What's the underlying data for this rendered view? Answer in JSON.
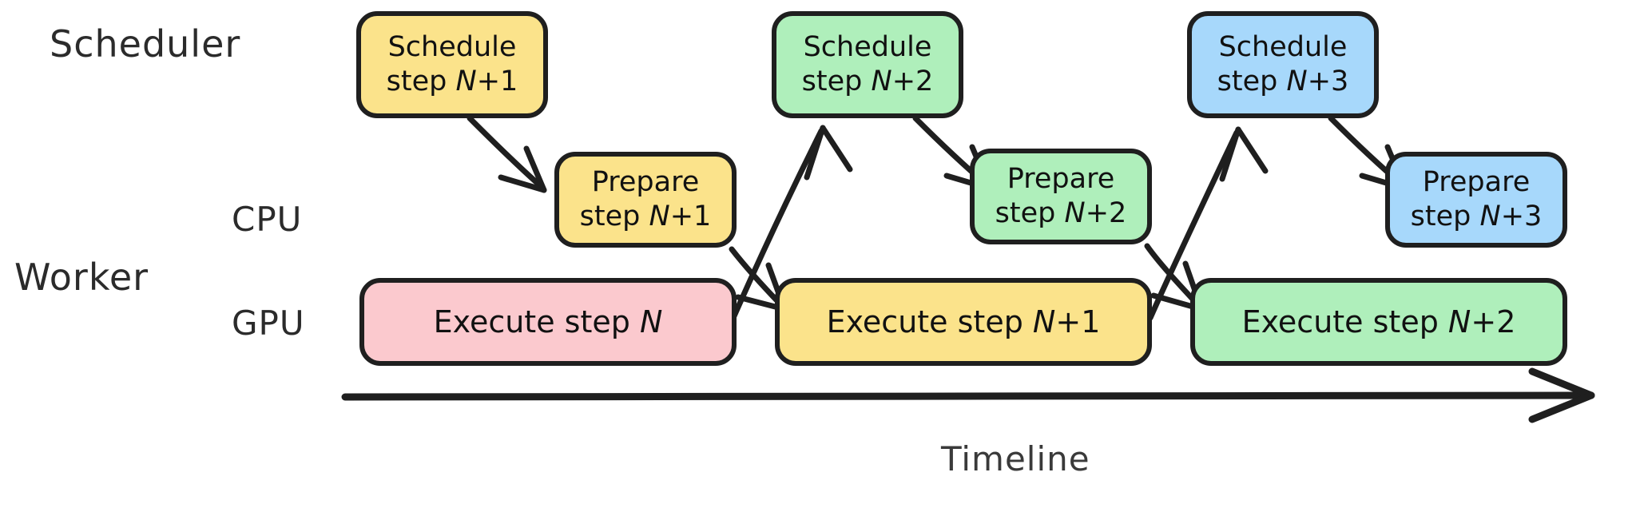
{
  "diagram": {
    "title": "Scheduler / Worker pipeline timeline",
    "background": "#ffffff",
    "stroke": "#1f1f1f",
    "text_color": "#111111",
    "row_labels": {
      "scheduler": "Scheduler",
      "worker": "Worker",
      "cpu": "CPU",
      "gpu": "GPU"
    },
    "axis": {
      "label": "Timeline",
      "direction": "left-to-right",
      "arrow": "arrow-right"
    },
    "palette": {
      "yellow": "#FBE38B",
      "green": "#AFEFBB",
      "blue": "#A7D8FB",
      "pink": "#FBC9CE"
    },
    "rows": [
      {
        "name": "scheduler",
        "label": "Scheduler",
        "nodes": [
          {
            "id": "sched-n1",
            "line1": "Schedule",
            "line2": "step ",
            "em": "N",
            "suffix": "+1",
            "color": "yellow"
          },
          {
            "id": "sched-n2",
            "line1": "Schedule",
            "line2": "step ",
            "em": "N",
            "suffix": "+2",
            "color": "green"
          },
          {
            "id": "sched-n3",
            "line1": "Schedule",
            "line2": "step ",
            "em": "N",
            "suffix": "+3",
            "color": "blue"
          }
        ]
      },
      {
        "name": "cpu",
        "label": "CPU",
        "nodes": [
          {
            "id": "prep-n1",
            "line1": "Prepare",
            "line2": "step ",
            "em": "N",
            "suffix": "+1",
            "color": "yellow"
          },
          {
            "id": "prep-n2",
            "line1": "Prepare",
            "line2": "step ",
            "em": "N",
            "suffix": "+2",
            "color": "green"
          },
          {
            "id": "prep-n3",
            "line1": "Prepare",
            "line2": "step ",
            "em": "N",
            "suffix": "+3",
            "color": "blue"
          }
        ]
      },
      {
        "name": "gpu",
        "label": "GPU",
        "nodes": [
          {
            "id": "exec-n",
            "line1": "Execute step ",
            "em": "N",
            "suffix": "",
            "color": "pink"
          },
          {
            "id": "exec-n1",
            "line1": "Execute step ",
            "em": "N",
            "suffix": "+1",
            "color": "yellow"
          },
          {
            "id": "exec-n2",
            "line1": "Execute step ",
            "em": "N",
            "suffix": "+2",
            "color": "green"
          }
        ]
      }
    ],
    "arrows": [
      {
        "id": "a1",
        "from": "sched-n1",
        "to": "prep-n1",
        "kind": "down-right"
      },
      {
        "id": "a2",
        "from": "prep-n1",
        "to": "exec-n1",
        "kind": "down-right"
      },
      {
        "id": "a3",
        "from": "exec-n",
        "to": "sched-n2",
        "kind": "up-right"
      },
      {
        "id": "a4",
        "from": "sched-n2",
        "to": "prep-n2",
        "kind": "down-right"
      },
      {
        "id": "a5",
        "from": "prep-n2",
        "to": "exec-n2",
        "kind": "down-right"
      },
      {
        "id": "a6",
        "from": "exec-n1",
        "to": "sched-n3",
        "kind": "up-right"
      },
      {
        "id": "a7",
        "from": "sched-n3",
        "to": "prep-n3",
        "kind": "down-right"
      }
    ]
  }
}
